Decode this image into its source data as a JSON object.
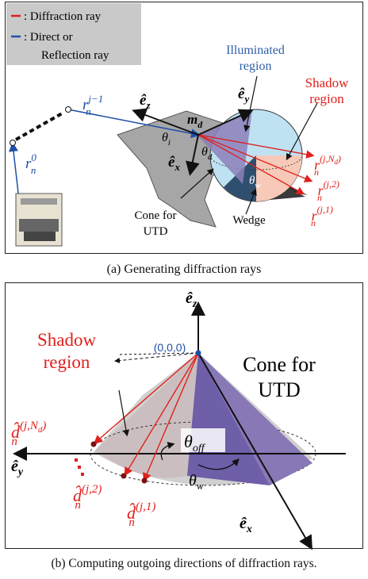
{
  "legend": {
    "diffraction_label": ": Diffraction ray",
    "direct_label": ": Direct or",
    "reflection_label": "Reflection ray",
    "diffraction_color": "#e0201c",
    "direct_color": "#1f4fa8"
  },
  "panel_a": {
    "illuminated_region_line1": "Illuminated",
    "illuminated_region_line2": "region",
    "shadow_region_line1": "Shadow",
    "shadow_region_line2": "region",
    "ray_prev": "r",
    "ray_prev_sup": "j−1",
    "ray_prev_sub": "n",
    "ray_zero": "r",
    "ray_zero_sup": "0",
    "ray_zero_sub": "n",
    "axis_z": "ê",
    "axis_z_sub": "z",
    "axis_y": "ê",
    "axis_y_sub": "y",
    "axis_x": "ê",
    "axis_x_sub": "x",
    "m_d": "m",
    "m_d_sub": "d",
    "theta_i": "θ",
    "theta_i_sub": "i",
    "theta_d": "θ",
    "theta_d_sub": "d",
    "theta_w": "θ",
    "theta_w_sub": "w",
    "cone_label_line1": "Cone for",
    "cone_label_line2": "UTD",
    "wedge_label": "Wedge",
    "diff_ray_1": "r",
    "diff_ray_1_sup": "(j,N",
    "diff_ray_1_supsub": "d",
    "diff_ray_1_close": ")",
    "diff_ray_1_sub": "n",
    "diff_ray_2": "r",
    "diff_ray_2_sup": "(j,2)",
    "diff_ray_2_sub": "n",
    "diff_ray_3": "r",
    "diff_ray_3_sup": "(j,1)",
    "diff_ray_3_sub": "n"
  },
  "caption_a": "(a) Generating diffraction rays",
  "panel_b": {
    "axis_z": "ê",
    "axis_z_sub": "z",
    "axis_y": "ê",
    "axis_y_sub": "y",
    "axis_x": "ê",
    "axis_x_sub": "x",
    "origin_label": "(0,0,0)",
    "shadow_region_line1": "Shadow",
    "shadow_region_line2": "region",
    "cone_label_line1": "Cone for",
    "cone_label_line2": "UTD",
    "theta_off": "θ",
    "theta_off_sub": "off",
    "theta_w": "θ",
    "theta_w_sub": "w",
    "dir_1": "d̂",
    "dir_1_sup": "(j,N",
    "dir_1_supsub": "d",
    "dir_1_close": ")",
    "dir_1_sub": "n",
    "dir_2": "d̂",
    "dir_2_sup": "(j,2)",
    "dir_2_sub": "n",
    "dir_3": "d̂",
    "dir_3_sup": "(j,1)",
    "dir_3_sub": "n"
  },
  "caption_b": "(b) Computing outgoing directions of diffraction rays."
}
